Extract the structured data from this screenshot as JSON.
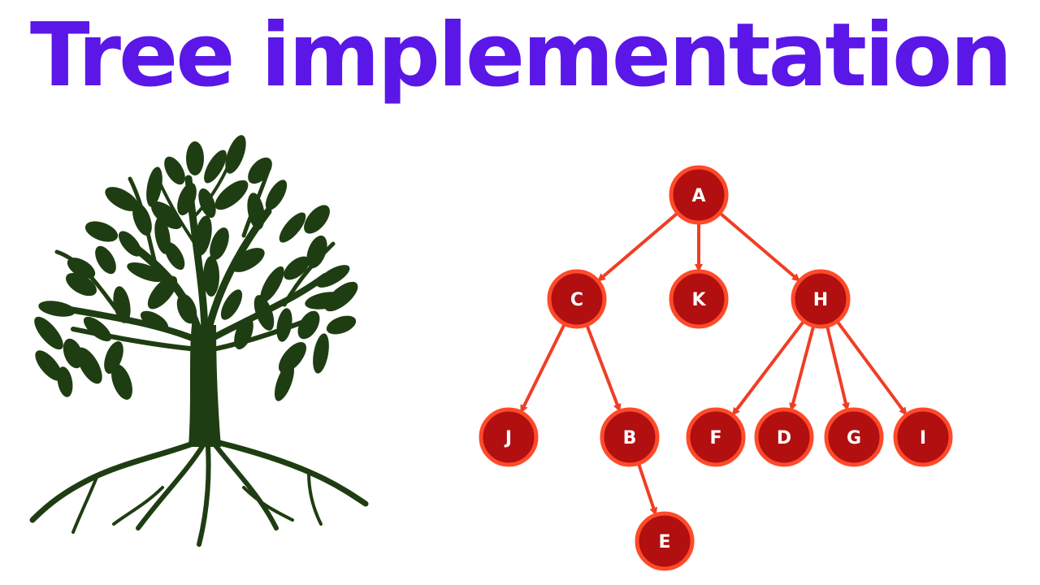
{
  "title": "Tree implementation",
  "colors": {
    "title": "#5a17e8",
    "tree_art": "#1f3d12",
    "node_fill": "#b10f10",
    "node_stroke": "#ff4a2a",
    "edge": "#ef3e25",
    "node_text": "#ffffff"
  },
  "illustration": {
    "icon": "tree-with-roots-icon"
  },
  "tree_diagram": {
    "nodes": [
      {
        "id": "A",
        "label": "A"
      },
      {
        "id": "C",
        "label": "C"
      },
      {
        "id": "K",
        "label": "K"
      },
      {
        "id": "H",
        "label": "H"
      },
      {
        "id": "J",
        "label": "J"
      },
      {
        "id": "B",
        "label": "B"
      },
      {
        "id": "F",
        "label": "F"
      },
      {
        "id": "D",
        "label": "D"
      },
      {
        "id": "G",
        "label": "G"
      },
      {
        "id": "I",
        "label": "I"
      },
      {
        "id": "E",
        "label": "E"
      }
    ],
    "edges": [
      {
        "from": "A",
        "to": "C"
      },
      {
        "from": "A",
        "to": "K"
      },
      {
        "from": "A",
        "to": "H"
      },
      {
        "from": "C",
        "to": "J"
      },
      {
        "from": "C",
        "to": "B"
      },
      {
        "from": "H",
        "to": "F"
      },
      {
        "from": "H",
        "to": "D"
      },
      {
        "from": "H",
        "to": "G"
      },
      {
        "from": "H",
        "to": "I"
      },
      {
        "from": "B",
        "to": "E"
      }
    ]
  }
}
